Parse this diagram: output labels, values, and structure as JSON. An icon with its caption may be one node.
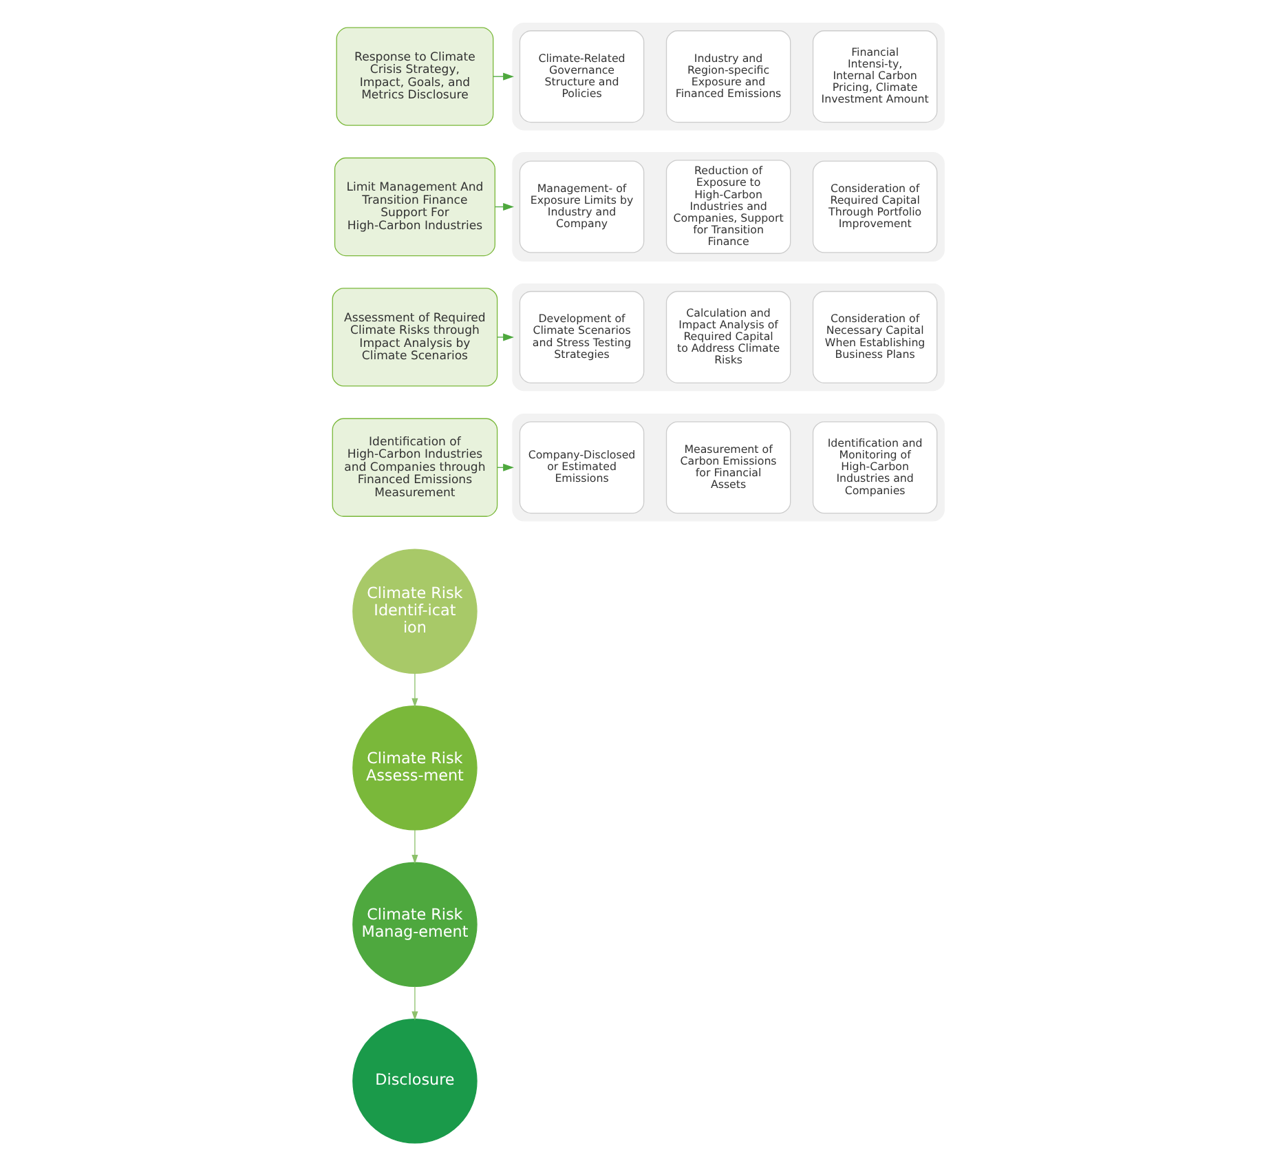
{
  "diagram": {
    "nodes": [
      {
        "text": [
          "Climate Risk Identif-ication"
        ]
      },
      {
        "text": [
          "Identification of High-Carbon Industries and Companies through Financed Emissions Measurement"
        ]
      },
      {
        "text": [],
        "shape": "box"
      },
      {
        "text": [
          "Company-Disclosed or Estimated Emissions"
        ],
        "in": 2
      },
      {
        "text": [
          "Measurement of Carbon Emissions for Financial Assets"
        ],
        "in": 2
      },
      {
        "text": [
          "Identification and Monitoring of High-Carbon Industries and Companies"
        ],
        "in": 2
      },
      {
        "text": [
          "Climate Risk Assess-ment"
        ]
      },
      {
        "text": [
          "Assessment of Required Climate Risks through Impact Analysis by Climate Scenarios"
        ]
      },
      {
        "text": [],
        "shape": "box"
      },
      {
        "text": [
          "Development of Climate Scenarios and Stress Testing Strategies"
        ],
        "in": 8
      },
      {
        "text": [
          "Calculation and Impact Analysis of Required Capital to Address Climate Risks"
        ],
        "in": 8
      },
      {
        "text": [
          "Consideration of Necessary Capital When Establishing Business Plans"
        ],
        "in": 8
      },
      {
        "text": [
          "Climate Risk Manag-ement"
        ]
      },
      {
        "text": [
          "Limit Management And Transition Finance Support For High-Carbon Industries"
        ]
      },
      {
        "text": [],
        "shape": "box"
      },
      {
        "text": [
          "Management- of Exposure Limits by Industry and Company"
        ],
        "in": 14
      },
      {
        "text": [
          "Reduction of Exposure to High-Carbon Industries and Companies, Support for Transition Finance"
        ],
        "in": 14
      },
      {
        "text": [
          "Consideration of Required Capital Through Portfolio Improvement"
        ],
        "in": 14
      },
      {
        "text": [
          "Disclosure"
        ]
      },
      {
        "text": [
          "Response to Climate Crisis Strategy, Impact, Goals, and Metrics Disclosure"
        ]
      },
      {
        "text": [],
        "shape": "box"
      },
      {
        "text": [
          "Climate-Related Governance Structure and Policies"
        ],
        "in": 20
      },
      {
        "text": [
          "Industry and Region-specific Exposure and Financed Emissions"
        ],
        "in": 20
      },
      {
        "text": [
          "Financial Intensi-ty, Internal Carbon Pricing, Climate Investment Amount"
        ],
        "in": 20
      }
    ],
    "edges": [
      {
        "from": 0,
        "to": 6,
        "arrow": "to",
        "color": "#8cc06a"
      },
      {
        "from": 6,
        "to": 12,
        "arrow": "to",
        "color": "#8cc06a"
      },
      {
        "from": 12,
        "to": 18,
        "arrow": "to",
        "color": "#8cc06a"
      },
      {
        "from": 1,
        "to": 2,
        "arrow": "to"
      },
      {
        "from": 7,
        "to": 8,
        "arrow": "to"
      },
      {
        "from": 13,
        "to": 14,
        "arrow": "to"
      },
      {
        "from": 19,
        "to": 20,
        "arrow": "to"
      }
    ]
  }
}
